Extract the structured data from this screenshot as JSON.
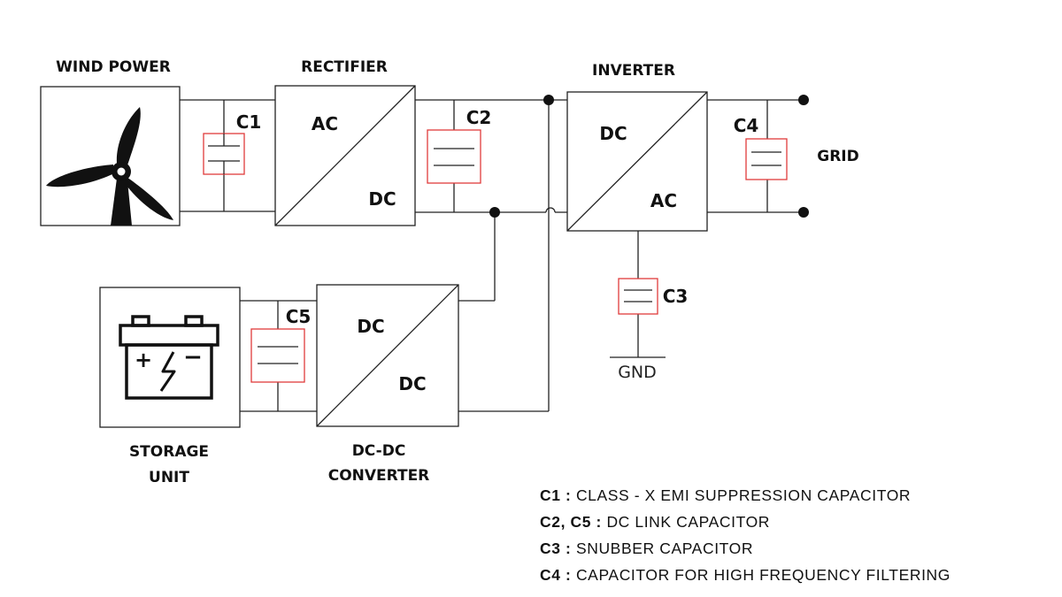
{
  "blocks": {
    "wind_power": "WIND POWER",
    "rectifier": "RECTIFIER",
    "inverter": "INVERTER",
    "grid": "GRID",
    "storage_line1": "STORAGE",
    "storage_line2": "UNIT",
    "dcdc_line1": "DC-DC",
    "dcdc_line2": "CONVERTER",
    "gnd": "GND"
  },
  "converters": {
    "rectifier_in": "AC",
    "rectifier_out": "DC",
    "inverter_in": "DC",
    "inverter_out": "AC",
    "dcdc_in": "DC",
    "dcdc_out": "DC"
  },
  "capacitors": {
    "c1": "C1",
    "c2": "C2",
    "c3": "C3",
    "c4": "C4",
    "c5": "C5"
  },
  "battery_symbols": {
    "plus": "+",
    "minus": "−"
  },
  "legend": [
    {
      "key": "C1 :",
      "text": "CLASS - X EMI SUPPRESSION CAPACITOR"
    },
    {
      "key": "C2, C5 :",
      "text": "DC LINK CAPACITOR"
    },
    {
      "key": "C3 :",
      "text": "SNUBBER CAPACITOR"
    },
    {
      "key": "C4 :",
      "text": "CAPACITOR FOR HIGH FREQUENCY FILTERING"
    }
  ],
  "colors": {
    "capacitor_outline": "#e03b3b",
    "line": "#222222"
  }
}
